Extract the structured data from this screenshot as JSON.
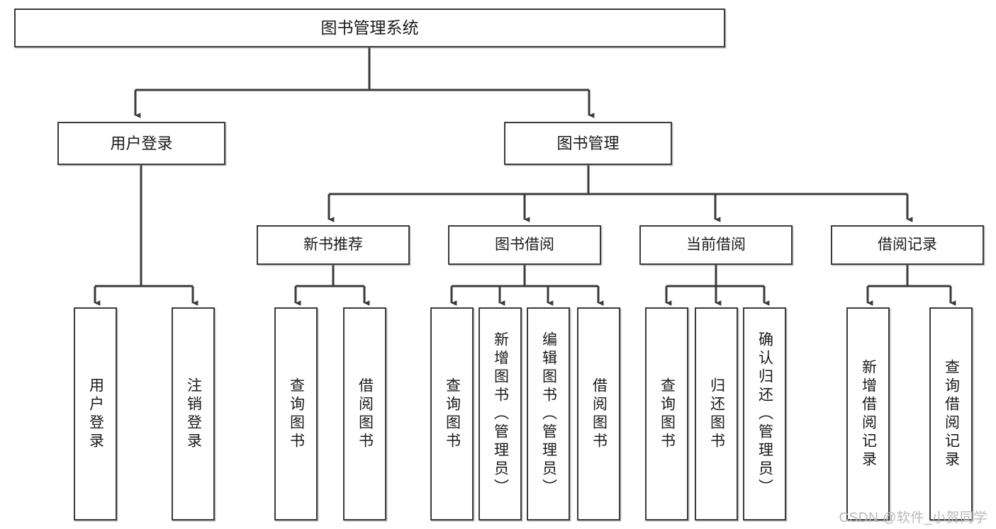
{
  "diagram": {
    "title": "图书管理系统",
    "type": "tree-hierarchy-chart",
    "root": {
      "label": "图书管理系统"
    },
    "level2": [
      {
        "label": "用户登录"
      },
      {
        "label": "图书管理"
      }
    ],
    "level3": [
      {
        "label": "新书推荐"
      },
      {
        "label": "图书借阅"
      },
      {
        "label": "当前借阅"
      },
      {
        "label": "借阅记录"
      }
    ],
    "leaves": {
      "user_login": [
        {
          "label": "用户登录"
        },
        {
          "label": "注销登录"
        }
      ],
      "new_book_recommend": [
        {
          "label": "查询图书"
        },
        {
          "label": "借阅图书"
        }
      ],
      "book_borrow": [
        {
          "label": "查询图书"
        },
        {
          "label": "新增图书（管理员）"
        },
        {
          "label": "编辑图书（管理员）"
        },
        {
          "label": "借阅图书"
        }
      ],
      "current_borrow": [
        {
          "label": "查询图书"
        },
        {
          "label": "归还图书"
        },
        {
          "label": "确认归还（管理员）"
        }
      ],
      "borrow_record": [
        {
          "label": "新增借阅记录"
        },
        {
          "label": "查询借阅记录"
        }
      ]
    }
  },
  "watermark": {
    "text": "CSDN @软件_小贺同学"
  },
  "colors": {
    "stroke": "#3b3b3b",
    "box_fill": "#ffffff",
    "text": "#1a1a1a",
    "watermark": "#b9b9b9"
  }
}
